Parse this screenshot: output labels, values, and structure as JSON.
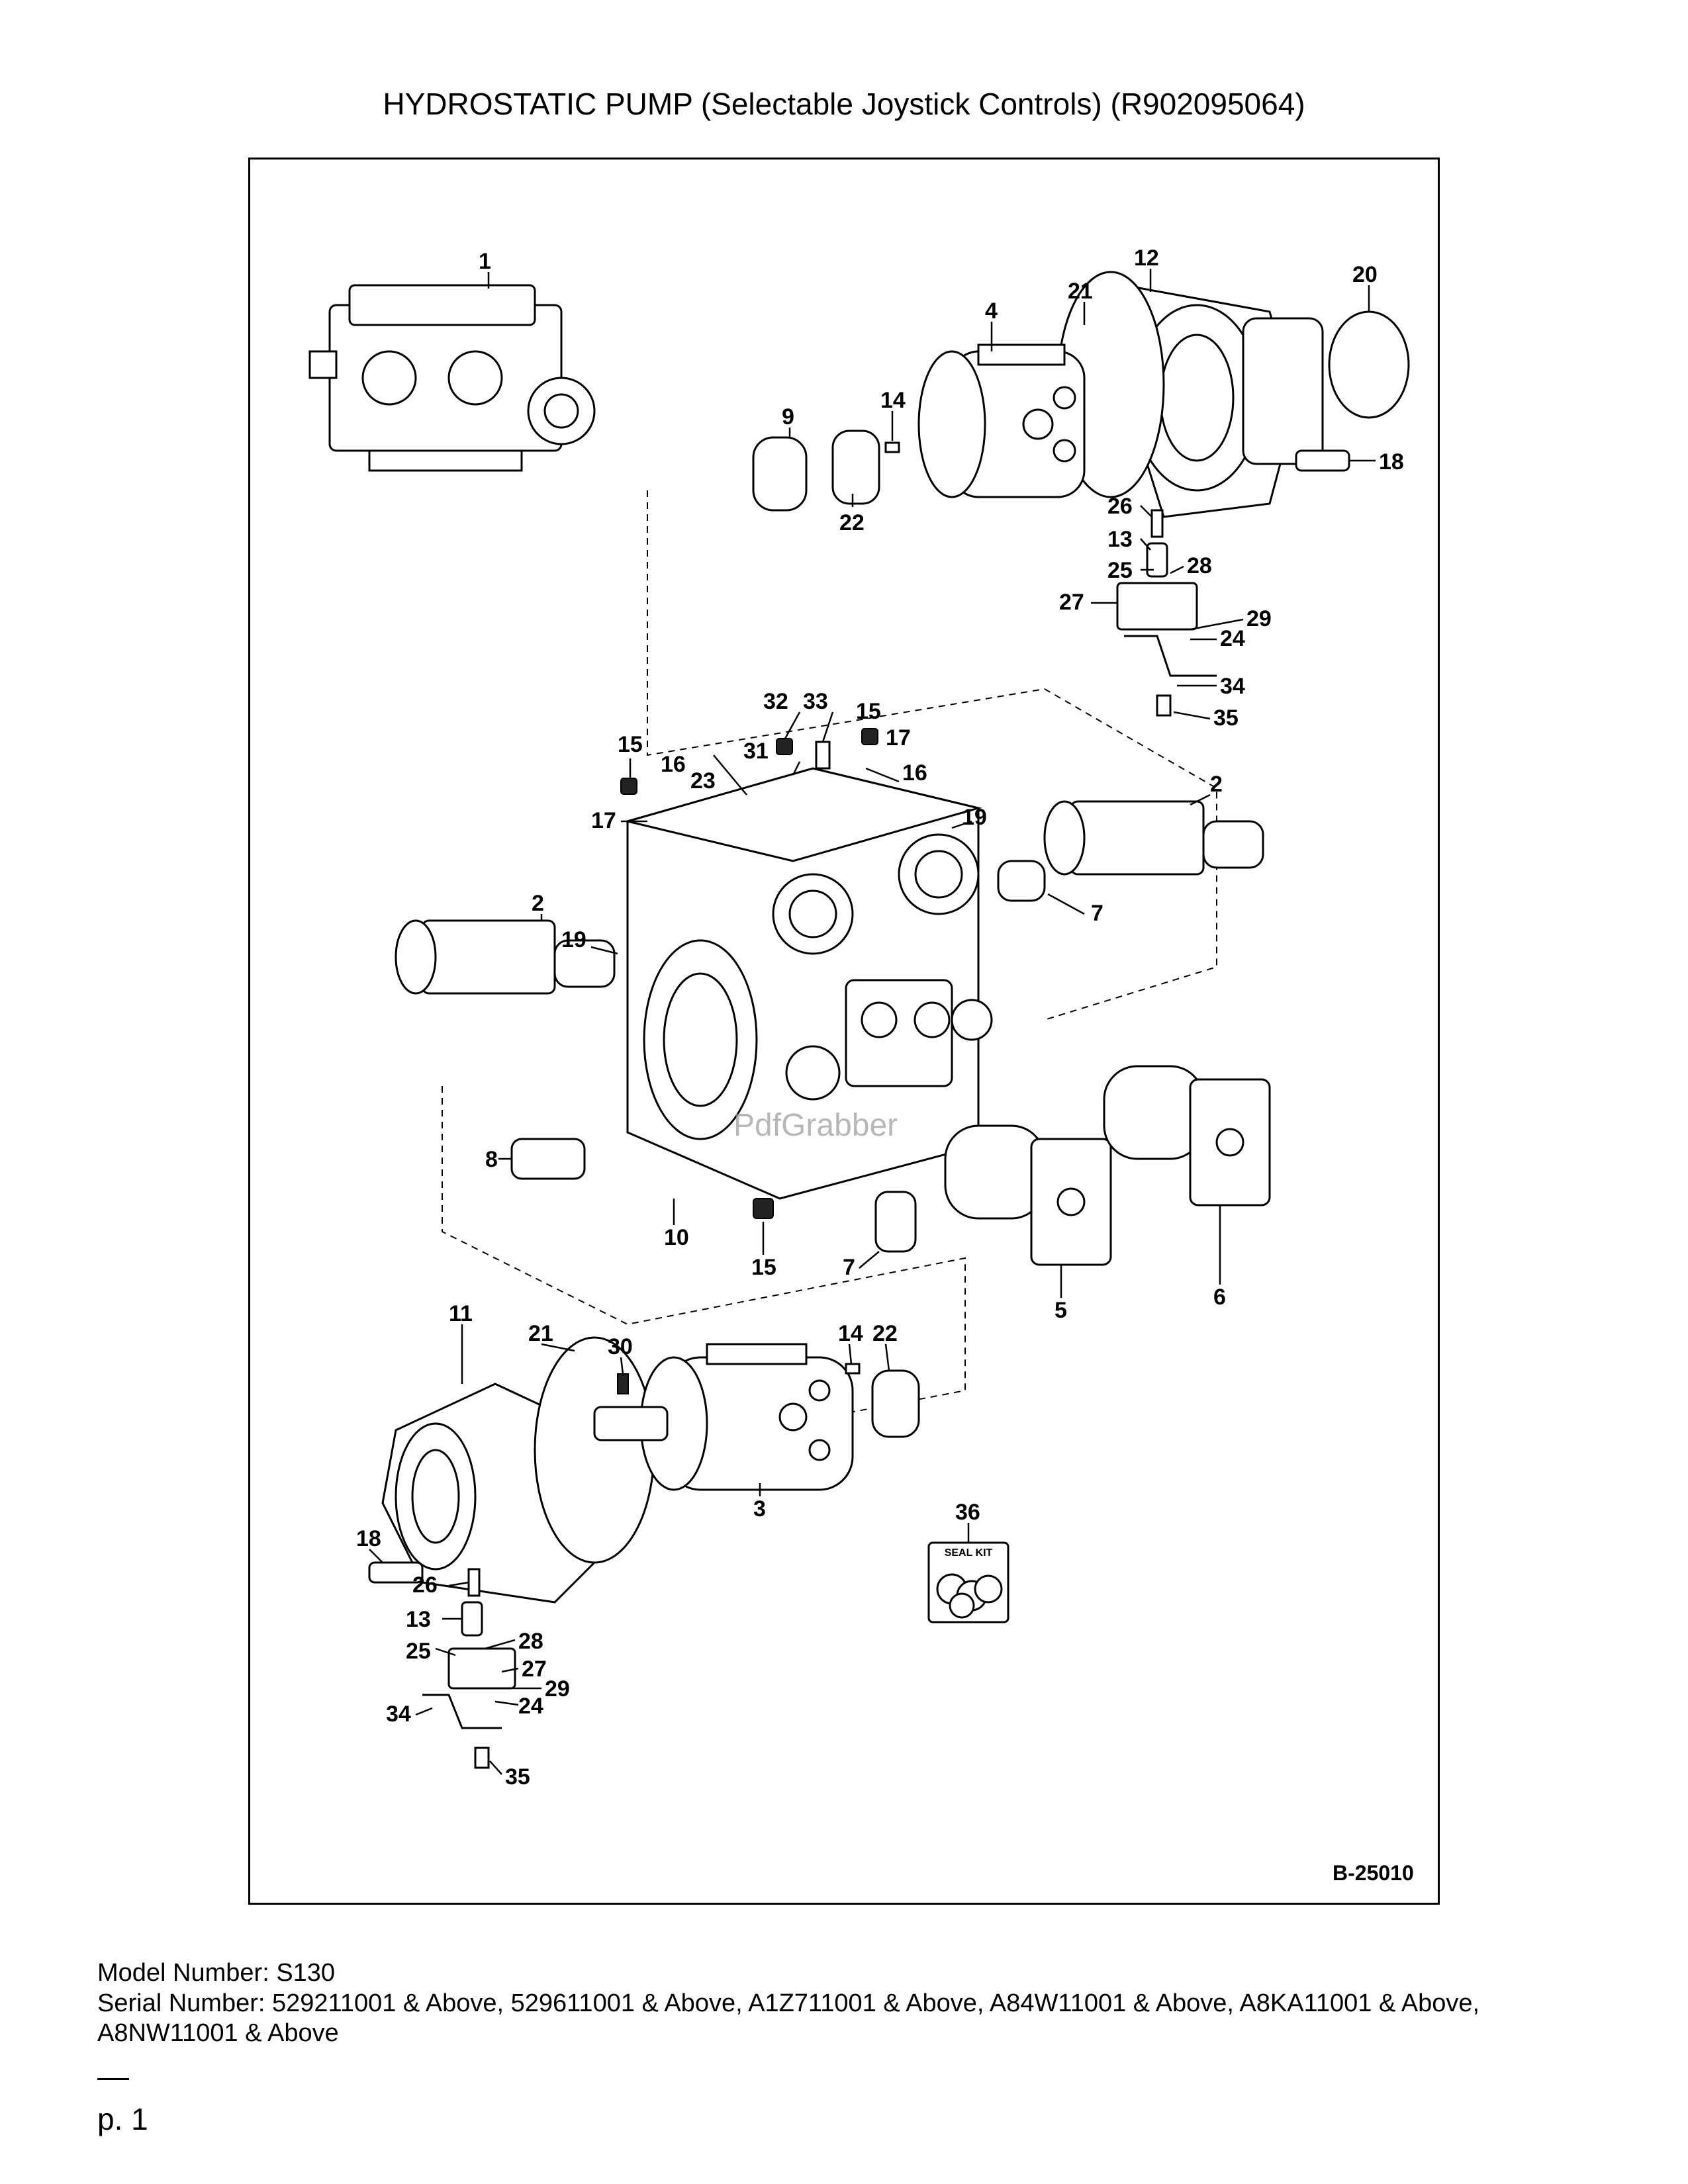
{
  "page": {
    "title": "HYDROSTATIC PUMP (Selectable Joystick Controls) (R902095064)",
    "figure_id": "B-25010",
    "watermark": "PdfGrabber",
    "page_label": "p. 1"
  },
  "footer": {
    "model_line": "Model Number: S130",
    "serial_line": "Serial Number: 529211001 & Above, 529611001 & Above, A1Z711001 & Above, A84W11001 & Above, A8KA11001 & Above, A8NW11001 & Above"
  },
  "diagram": {
    "seal_kit_label": "SEAL KIT",
    "callouts": {
      "c1": "1",
      "c12": "12",
      "c20": "20",
      "c21a": "21",
      "c4": "4",
      "c14a": "14",
      "c9": "9",
      "c22a": "22",
      "c18a": "18",
      "c26a": "26",
      "c13a": "13",
      "c25a": "25",
      "c28a": "28",
      "c27a": "27",
      "c29a": "29",
      "c24a": "24",
      "c34a": "34",
      "c35a": "35",
      "c15a": "15",
      "c32": "32",
      "c33": "33",
      "c17a": "17",
      "c16a": "16",
      "c15b": "15",
      "c16b": "16",
      "c31": "31",
      "c23": "23",
      "c17b": "17",
      "c2a": "2",
      "c2b": "2",
      "c19a": "19",
      "c19b": "19",
      "c7a": "7",
      "c8": "8",
      "c10": "10",
      "c15c": "15",
      "c7b": "7",
      "c5": "5",
      "c6": "6",
      "c11": "11",
      "c21b": "21",
      "c30": "30",
      "c14b": "14",
      "c22b": "22",
      "c3": "3",
      "c36": "36",
      "c18b": "18",
      "c26b": "26",
      "c13b": "13",
      "c25b": "25",
      "c28b": "28",
      "c27b": "27",
      "c29b": "29",
      "c24b": "24",
      "c34b": "34",
      "c35b": "35"
    }
  }
}
